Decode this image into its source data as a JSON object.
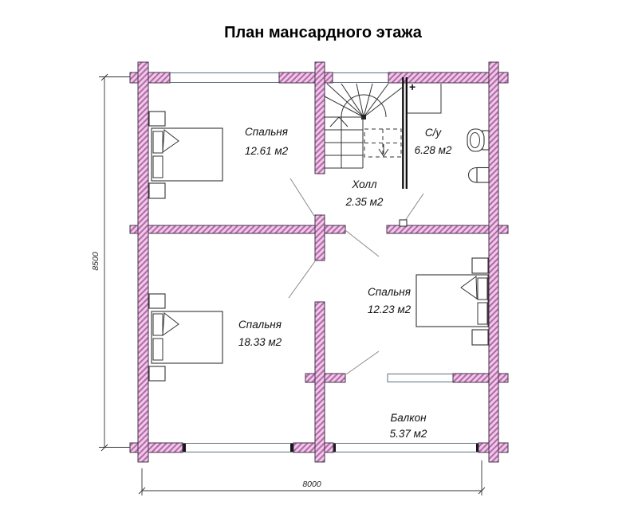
{
  "title": "План мансардного этажа",
  "plan": {
    "rooms": [
      {
        "name": "Спальня",
        "area": "12.61 м2"
      },
      {
        "name": "Холл",
        "area": "2.35 м2"
      },
      {
        "name": "С/у",
        "area": "6.28 м2"
      },
      {
        "name": "Спальня",
        "area": "12.23 м2"
      },
      {
        "name": "Спальня",
        "area": "18.33 м2"
      },
      {
        "name": "Балкон",
        "area": "5.37 м2"
      }
    ],
    "dimensions": {
      "height_mm": "8500",
      "width_mm": "8000"
    },
    "symbols": {
      "plus": "+"
    },
    "colors": {
      "wall_fill": "#eec9e5",
      "wall_hatch": "#b466ab",
      "wall_stroke": "#43324a",
      "line": "#333333",
      "door": "#8a8a8a",
      "window_line": "#5b7083"
    }
  }
}
